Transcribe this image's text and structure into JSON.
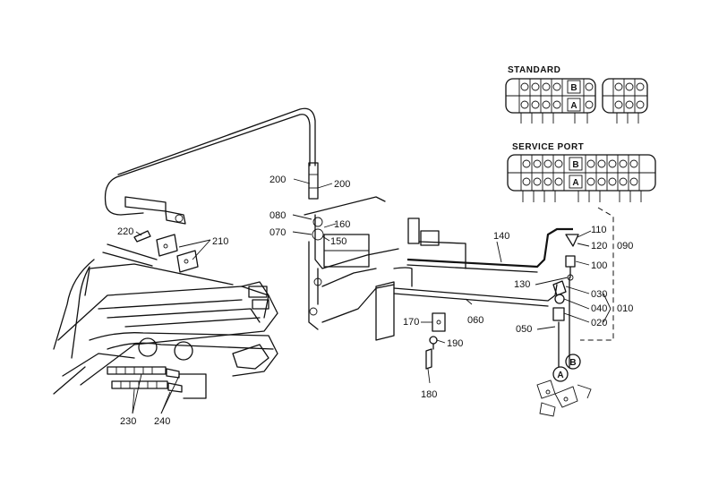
{
  "headers": {
    "standard": "STANDARD",
    "service_port": "SERVICE PORT"
  },
  "callouts": {
    "p200a": "200",
    "p200b": "200",
    "p080": "080",
    "p070": "070",
    "p160": "160",
    "p150": "150",
    "p140": "140",
    "p110": "110",
    "p120": "120",
    "p090": "090",
    "p100": "100",
    "p130": "130",
    "p030": "030",
    "p040": "040",
    "p010": "010",
    "p020": "020",
    "p050": "050",
    "p060": "060",
    "p170": "170",
    "p190": "190",
    "p180": "180",
    "p220": "220",
    "p210": "210",
    "p230": "230",
    "p240": "240"
  },
  "valve_markers": {
    "standard": [
      "B",
      "A"
    ],
    "service": [
      "B",
      "A"
    ]
  },
  "port_markers": [
    "A",
    "B"
  ]
}
